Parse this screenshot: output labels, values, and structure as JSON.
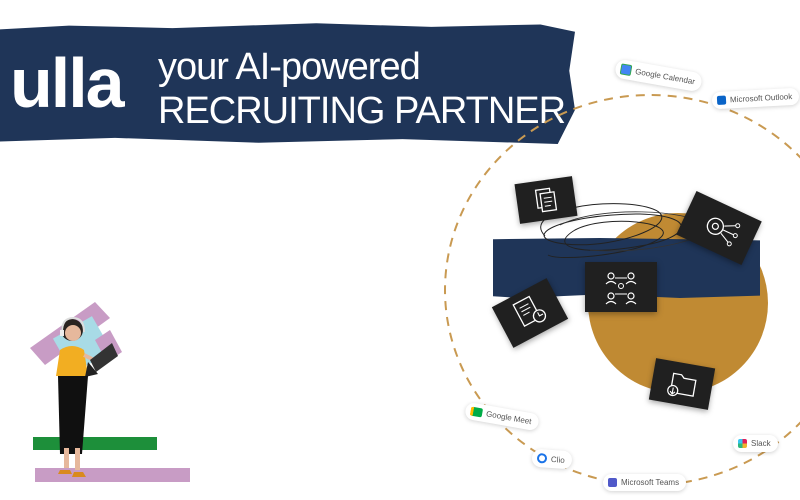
{
  "banner": {
    "logo": "ulla",
    "tagline_line1": "your AI-powered",
    "tagline_line2": "RECRUITING PARTNER"
  },
  "integrations": {
    "google_calendar": "Google Calendar",
    "microsoft_outlook": "Microsoft Outlook",
    "google_meet": "Google Meet",
    "clio": "Clio",
    "microsoft_teams": "Microsoft Teams",
    "slack": "Slack"
  },
  "colors": {
    "navy": "#1f3558",
    "gold": "#c08a33",
    "dash": "#c99a52",
    "tile": "#202020"
  },
  "icons": {
    "tile_1": "documents-icon",
    "tile_2": "ai-chip-icon",
    "tile_3": "team-network-icon",
    "tile_4": "document-chart-icon",
    "tile_5": "folder-download-icon"
  }
}
